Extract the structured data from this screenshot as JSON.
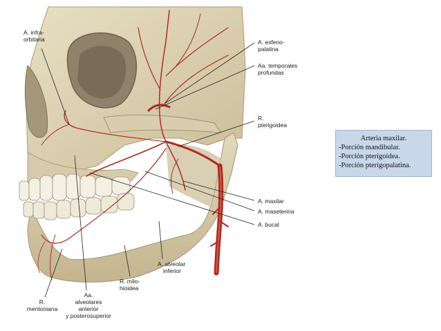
{
  "labels": {
    "infraorbitaria": [
      "A. infra-",
      "orbitaria"
    ],
    "esfenopalatina": [
      "A. esfeno-",
      "palatina"
    ],
    "temporales": [
      "Aa. temporales",
      "profundas"
    ],
    "pterigoidea": [
      "R.",
      "pterigoidea"
    ],
    "maxilar": [
      "A. maxilar"
    ],
    "maseterina": [
      "A. maseterina"
    ],
    "bucal": [
      "A. bucal"
    ],
    "alveolar_inferior": [
      "A. alveolar",
      "inferior"
    ],
    "milohioidea": [
      "R. milo-",
      "hioidea"
    ],
    "alveolares": [
      "Aa.",
      "alveolares",
      "anterior",
      "y posterosuperior"
    ],
    "mentoniana": [
      "R.",
      "mentoniana"
    ]
  },
  "info_box": {
    "title": "Arteria maxilar.",
    "items": [
      "-Porción mandibular.",
      "-Porción pterigoidea.",
      "-Porción pterigopalatina."
    ]
  },
  "colors": {
    "bone": "#ddd2b4",
    "bone_shadow": "#b9ab86",
    "artery": "#b02a20",
    "info_box_bg": "#c8d7ea"
  }
}
